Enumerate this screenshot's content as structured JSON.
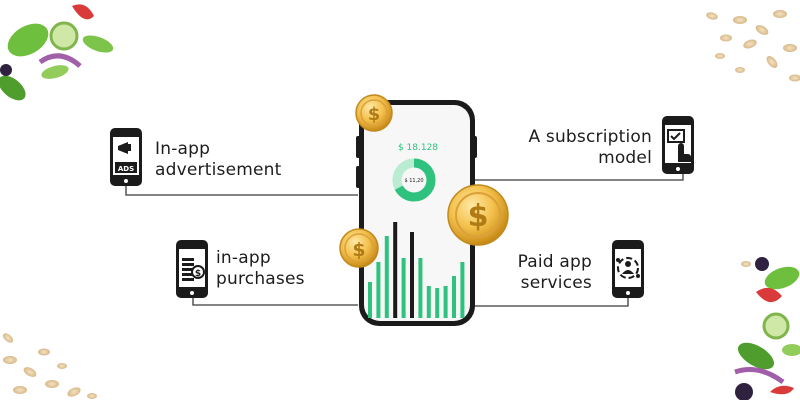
{
  "features": {
    "left_top": {
      "line1": "In-app",
      "line2": "advertisement",
      "icon": "ads-phone-icon"
    },
    "left_bottom": {
      "line1": "in-app",
      "line2": "purchases",
      "icon": "coins-phone-icon"
    },
    "right_top": {
      "line1": "A subscription",
      "line2": "model",
      "icon": "tap-phone-icon"
    },
    "right_bottom": {
      "line1": "Paid app",
      "line2": "services",
      "icon": "service-phone-icon"
    }
  },
  "phone": {
    "balance": "$ 18.128",
    "donut_value": "$ 11,20",
    "ads_badge": "ADS"
  },
  "colors": {
    "accent_green": "#2fc27e",
    "light_green": "#b9ecd2",
    "phone_frame": "#1b1b1b",
    "coin_gold": "#f0b63a"
  }
}
